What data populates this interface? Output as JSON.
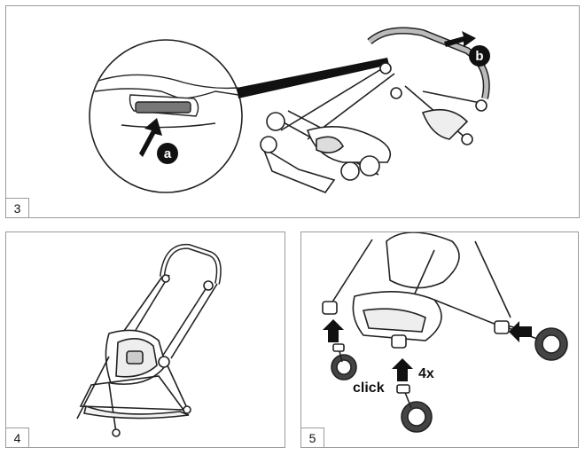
{
  "steps": [
    {
      "number": "3",
      "callouts": [
        "a",
        "b"
      ]
    },
    {
      "number": "4"
    },
    {
      "number": "5",
      "labels": {
        "click": "click",
        "count": "4x"
      }
    }
  ]
}
